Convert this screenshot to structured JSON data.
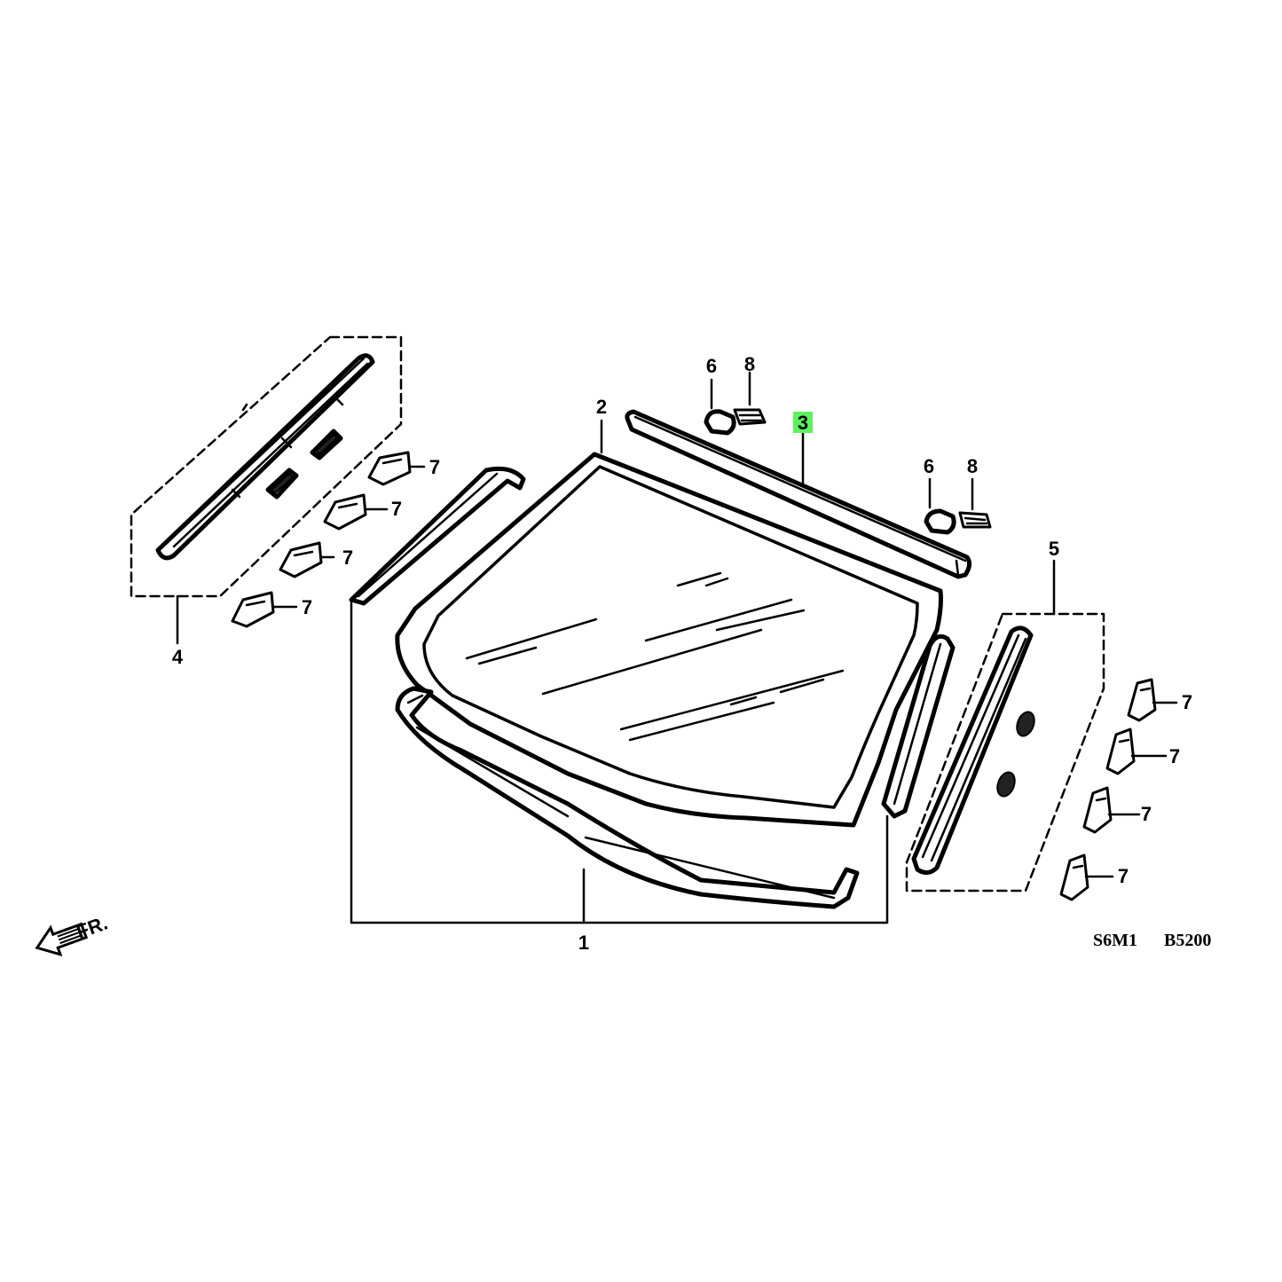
{
  "callouts": {
    "c1": "1",
    "c2": "2",
    "c3": "3",
    "c4": "4",
    "c5": "5",
    "c6a": "6",
    "c6b": "6",
    "c8a": "8",
    "c8b": "8",
    "c7": [
      "7",
      "7",
      "7",
      "7",
      "7",
      "7",
      "7",
      "7"
    ]
  },
  "highlight_color": "#5cf25c",
  "front_indicator": {
    "label": "FR.",
    "icon": "arrow-left-icon"
  },
  "diagram_code": {
    "model": "S6M1",
    "ref": "B5200"
  }
}
